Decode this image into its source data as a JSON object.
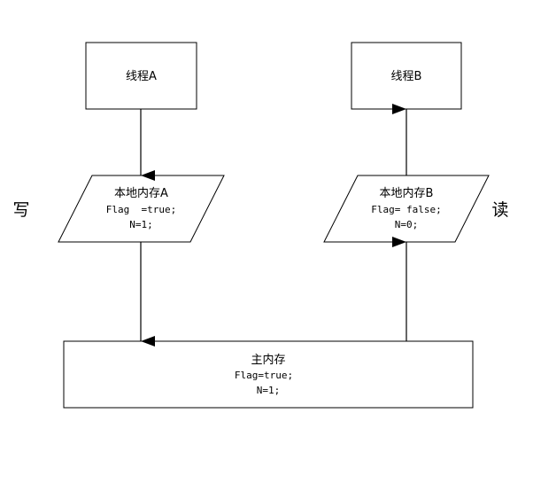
{
  "thread_a": {
    "title": "线程A"
  },
  "thread_b": {
    "title": "线程B"
  },
  "local_memory_a": {
    "title": "本地内存A",
    "line1": "Flag  =true;",
    "line2": "N=1;"
  },
  "local_memory_b": {
    "title": "本地内存B",
    "line1": "Flag= false;",
    "line2": "N=0;"
  },
  "main_memory": {
    "title": "主内存",
    "line1": "Flag=true;",
    "line2": "N=1;"
  },
  "side_labels": {
    "write": "写",
    "read": "读"
  }
}
